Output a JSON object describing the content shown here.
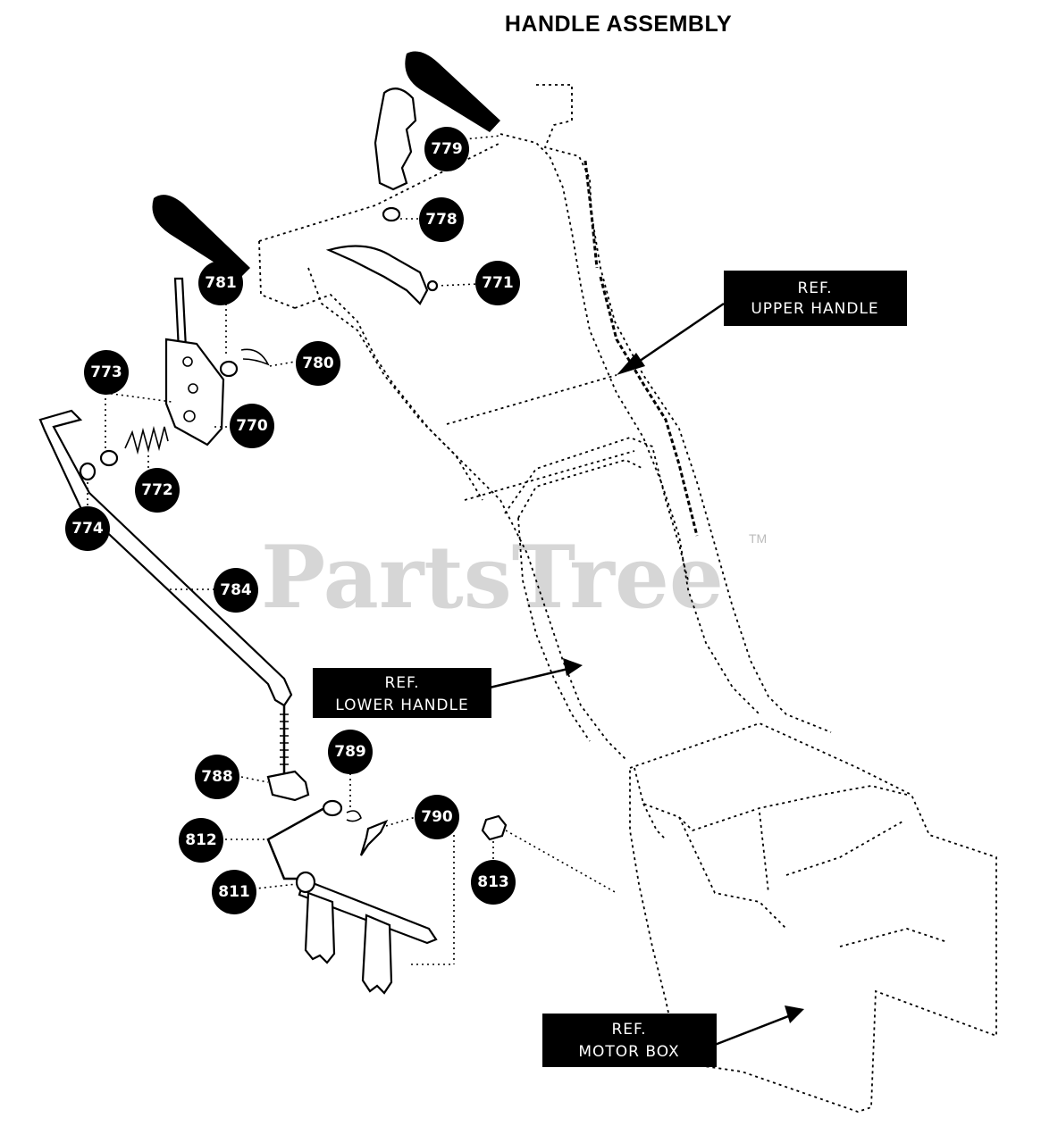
{
  "title": "HANDLE ASSEMBLY",
  "watermark": {
    "text": "PartsTree",
    "trademark": "TM"
  },
  "callouts": [
    {
      "id": "779",
      "label": "779"
    },
    {
      "id": "778",
      "label": "778"
    },
    {
      "id": "771",
      "label": "771"
    },
    {
      "id": "781",
      "label": "781"
    },
    {
      "id": "780",
      "label": "780"
    },
    {
      "id": "773",
      "label": "773"
    },
    {
      "id": "770",
      "label": "770"
    },
    {
      "id": "772",
      "label": "772"
    },
    {
      "id": "774",
      "label": "774"
    },
    {
      "id": "784",
      "label": "784"
    },
    {
      "id": "789",
      "label": "789"
    },
    {
      "id": "788",
      "label": "788"
    },
    {
      "id": "790",
      "label": "790"
    },
    {
      "id": "812",
      "label": "812"
    },
    {
      "id": "813",
      "label": "813"
    },
    {
      "id": "811",
      "label": "811"
    }
  ],
  "references": {
    "upper_handle": {
      "line1": "REF.",
      "line2": "UPPER HANDLE"
    },
    "lower_handle": {
      "line1": "REF.",
      "line2": "LOWER HANDLE"
    },
    "motor_box": {
      "line1": "REF.",
      "line2": "MOTOR BOX"
    }
  }
}
